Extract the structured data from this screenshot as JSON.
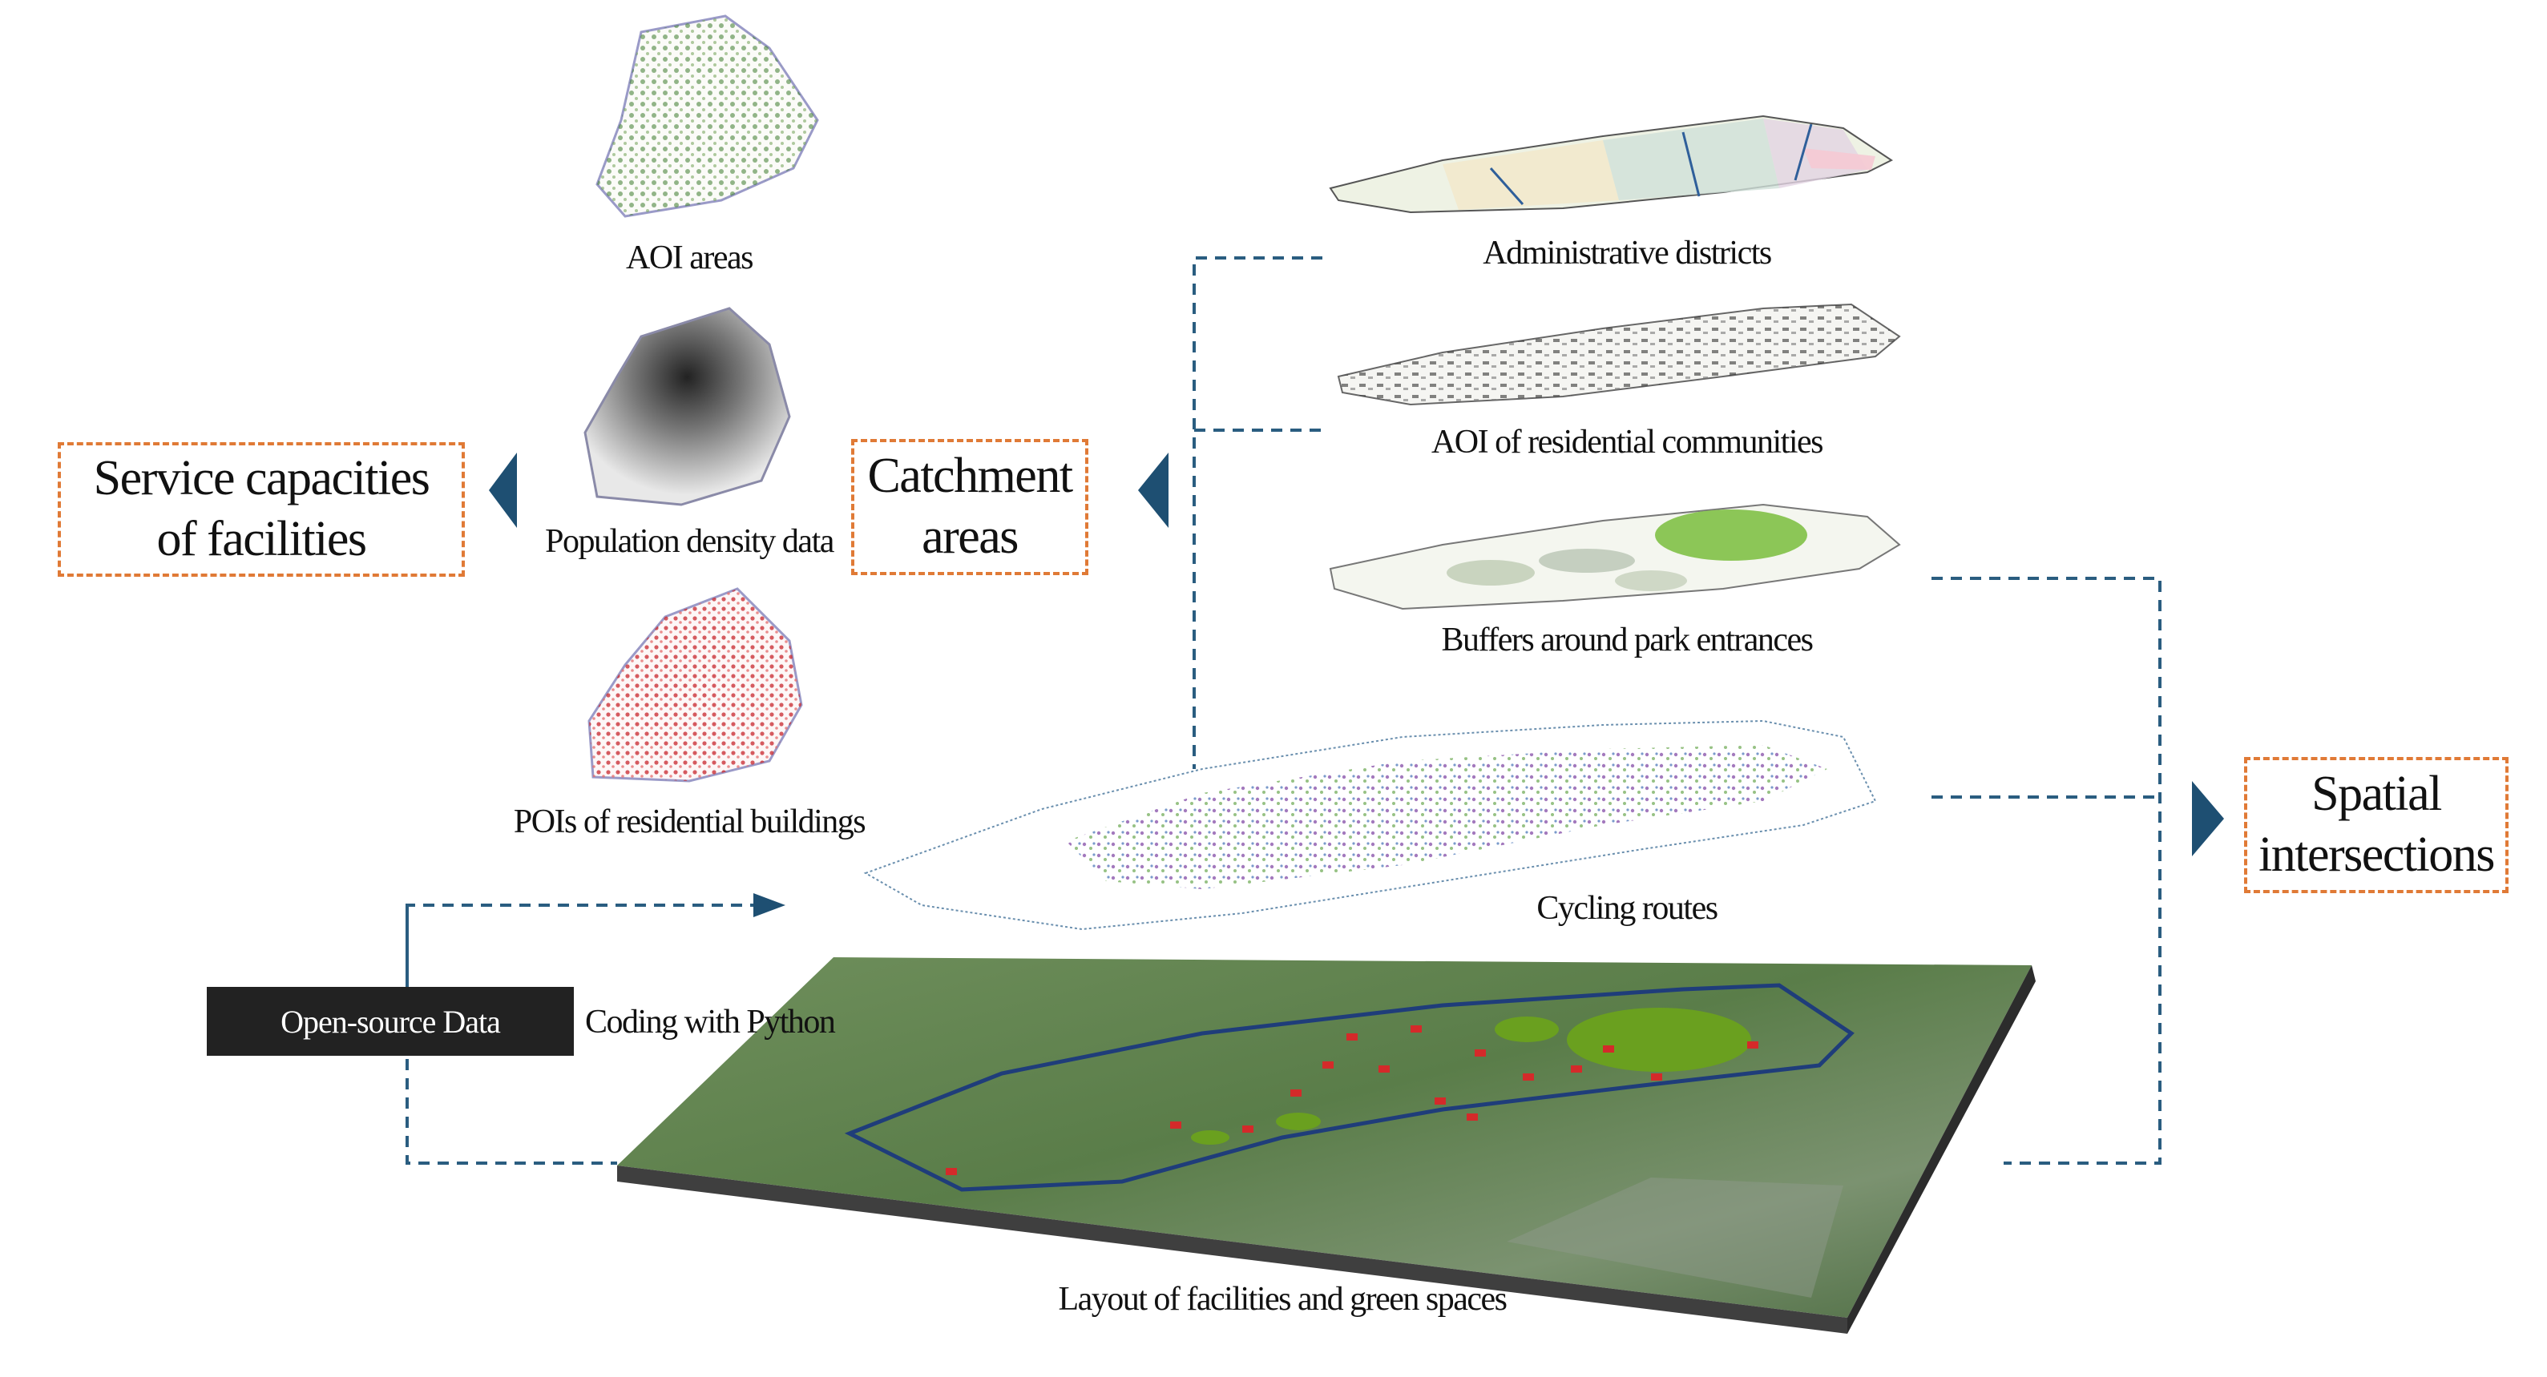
{
  "labels": {
    "aoi_areas": "AOI areas",
    "population_density": "Population density data",
    "pois": "POIs of residential buildings",
    "admin_districts": "Administrative districts",
    "aoi_residential": "AOI of residential communities",
    "buffers": "Buffers around park entrances",
    "cycling_routes": "Cycling routes",
    "layout": "Layout of facilities and green spaces",
    "coding": "Coding with Python"
  },
  "boxes": {
    "service_line1": "Service capacities",
    "service_line2": "of facilities",
    "catchment_line1": "Catchment",
    "catchment_line2": "areas",
    "spatial_line1": "Spatial",
    "spatial_line2": "intersections",
    "open_source": "Open-source Data"
  },
  "colors": {
    "dash_box_border": "#e07a36",
    "connector": "#2a5d80",
    "arrow": "#1e4f72",
    "black_box": "#222222",
    "aoi_green": "#3a7a2a",
    "poi_red": "#c8262c",
    "park_green": "#7ab648",
    "satellite_base": "#5e7f4a"
  }
}
